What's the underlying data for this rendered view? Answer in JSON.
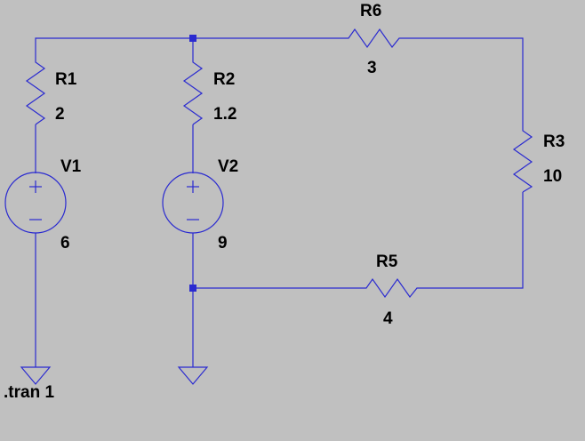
{
  "colors": {
    "background": "#c0c0c0",
    "wire": "#2a2ad0",
    "text": "#000000"
  },
  "components": {
    "R1": {
      "name": "R1",
      "value": "2"
    },
    "R2": {
      "name": "R2",
      "value": "1.2"
    },
    "R3": {
      "name": "R3",
      "value": "10"
    },
    "R5": {
      "name": "R5",
      "value": "4"
    },
    "R6": {
      "name": "R6",
      "value": "3"
    },
    "V1": {
      "name": "V1",
      "value": "6",
      "icon": "voltage-source-icon"
    },
    "V2": {
      "name": "V2",
      "value": "9",
      "icon": "voltage-source-icon"
    }
  },
  "directive": ".tran 1",
  "grounds": [
    "ground-icon",
    "ground-icon"
  ]
}
